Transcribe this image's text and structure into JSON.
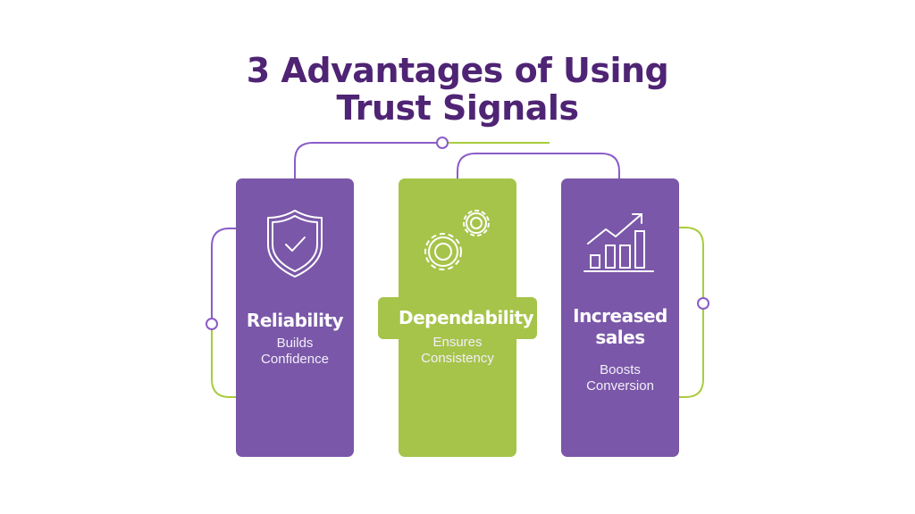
{
  "title": {
    "line1": "3 Advantages of Using",
    "line2": "Trust Signals"
  },
  "cards": [
    {
      "heading": "Reliability",
      "sub1": "Builds",
      "sub2": "Confidence",
      "icon": "shield-check-icon"
    },
    {
      "heading": "Dependability",
      "sub1": "Ensures",
      "sub2": "Consistency",
      "icon": "gears-icon"
    },
    {
      "heading1": "Increased",
      "heading2": "sales",
      "sub1": "Boosts",
      "sub2": "Conversion",
      "icon": "growth-chart-icon"
    }
  ],
  "colors": {
    "title": "#4f2474",
    "purple": "#7a57a8",
    "green": "#a6c44a",
    "line_purple": "#8a5cc7",
    "line_green": "#a9cc3c"
  }
}
